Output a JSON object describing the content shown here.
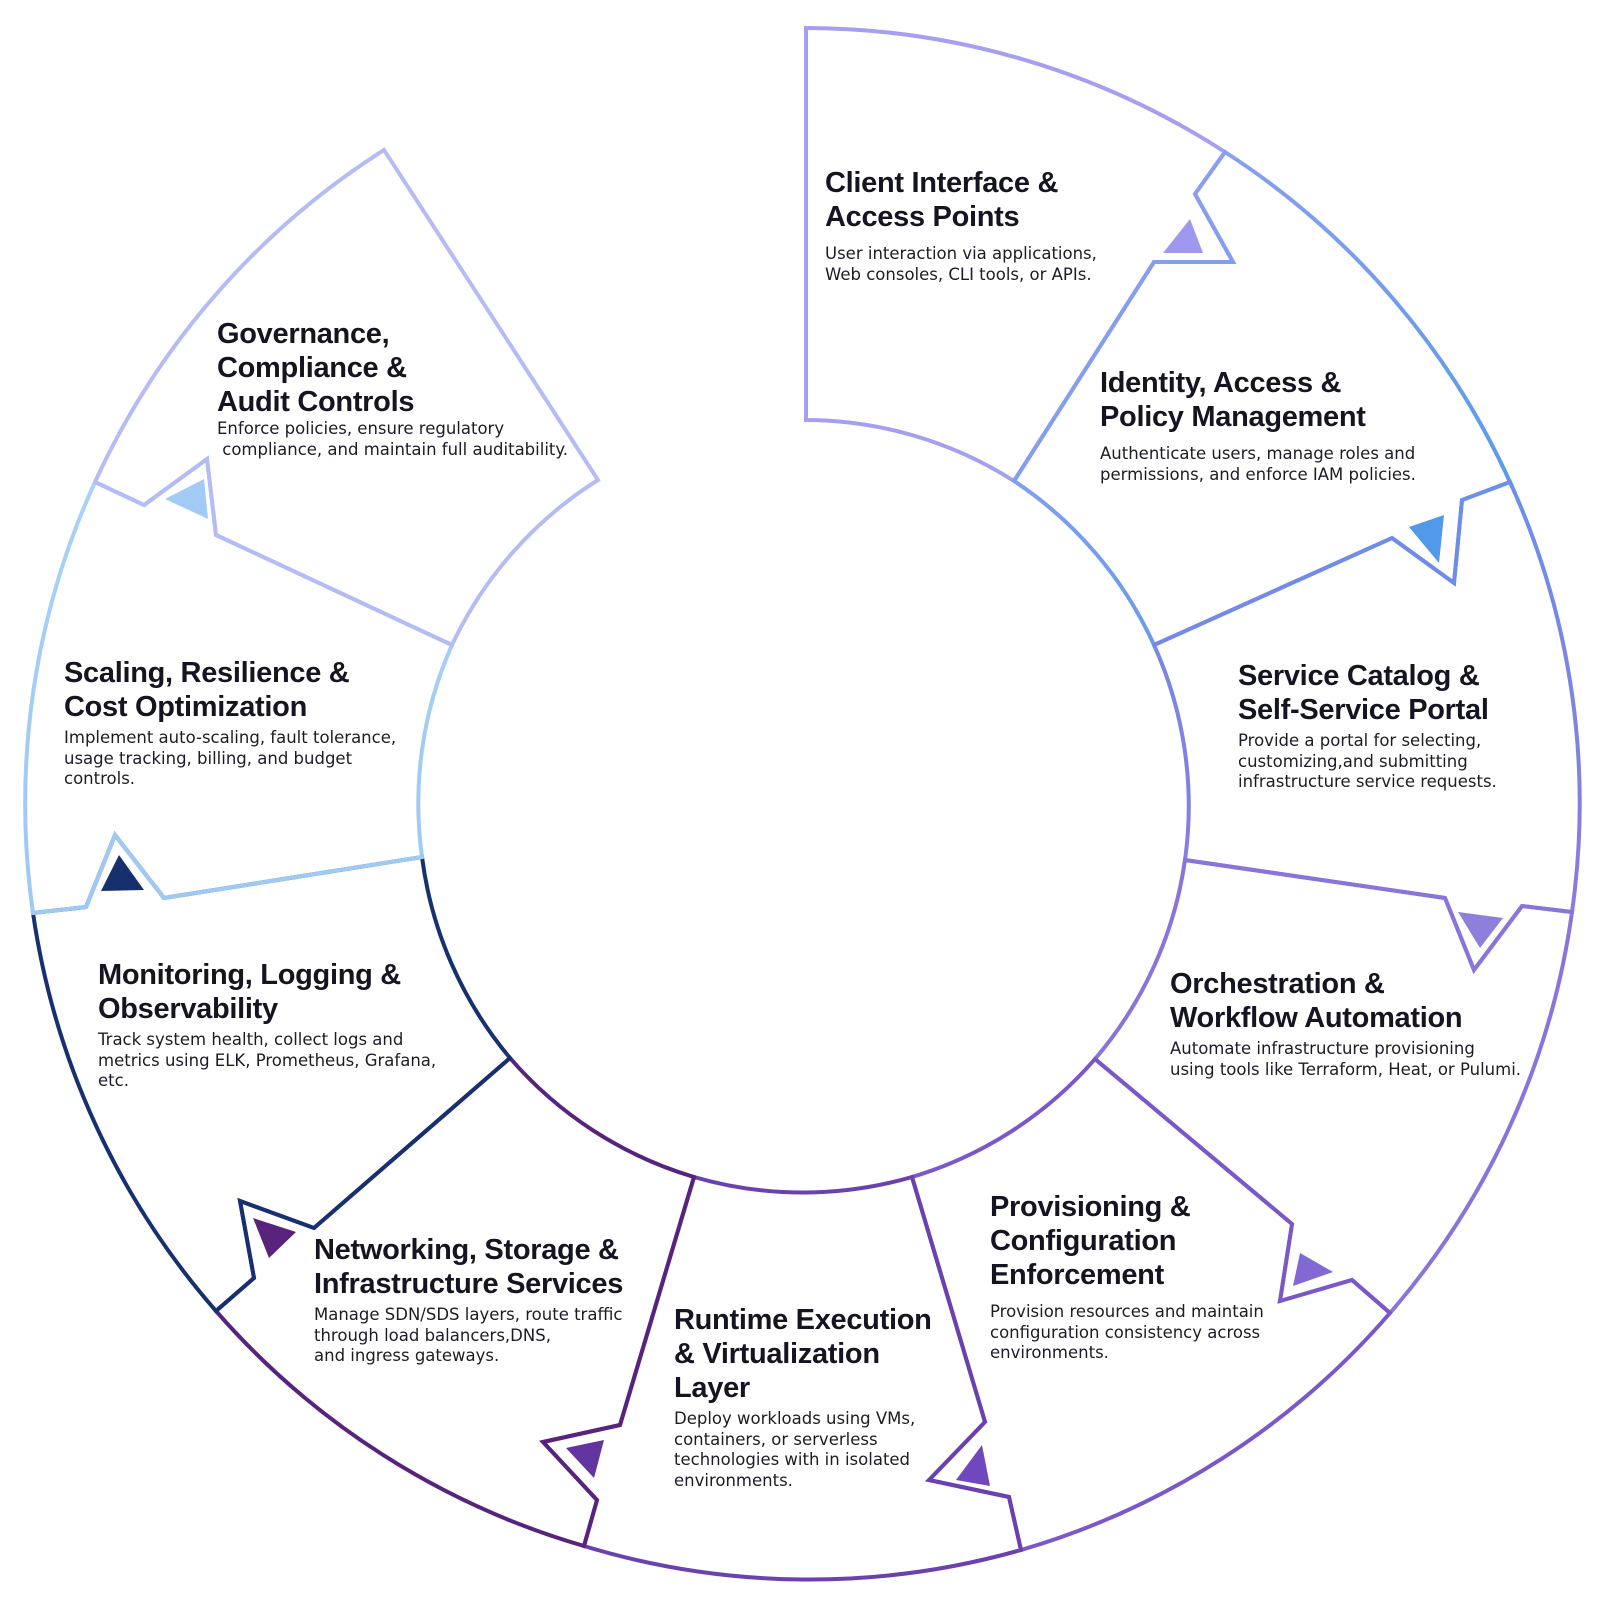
{
  "segments": [
    {
      "id": "client-interface",
      "title": [
        "Client Interface &",
        "Access Points"
      ],
      "description": [
        "User interaction via applications,",
        "Web consoles, CLI tools, or APIs."
      ],
      "color": "#a09af0"
    },
    {
      "id": "identity-access",
      "title": [
        "Identity, Access &",
        "Policy Management"
      ],
      "description": [
        "Authenticate users, manage roles and",
        "permissions, and enforce IAM policies."
      ],
      "color": "#5aa0ee"
    },
    {
      "id": "service-catalog",
      "title": [
        "Service Catalog &",
        "Self-Service Portal"
      ],
      "description": [
        "Provide a portal for selecting,",
        "customizing,and submitting",
        "infrastructure service requests."
      ],
      "color": "#8f80dd"
    },
    {
      "id": "orchestration",
      "title": [
        "Orchestration &",
        "Workflow Automation"
      ],
      "description": [
        "Automate infrastructure provisioning",
        "using tools like Terraform, Heat, or Pulumi."
      ],
      "color": "#8a72d8"
    },
    {
      "id": "provisioning",
      "title": [
        "Provisioning &",
        "Configuration",
        "Enforcement"
      ],
      "description": [
        "Provision resources and maintain",
        "configuration consistency across",
        "environments."
      ],
      "color": "#7b58c8"
    },
    {
      "id": "runtime",
      "title": [
        "Runtime Execution",
        "& Virtualization",
        "Layer"
      ],
      "description": [
        "Deploy workloads using VMs,",
        "containers, or serverless",
        "technologies with in isolated",
        "environments."
      ],
      "color": "#6a3fae"
    },
    {
      "id": "networking",
      "title": [
        "Networking, Storage &",
        "Infrastructure Services"
      ],
      "description": [
        "Manage SDN/SDS layers, route traffic",
        "through load balancers,DNS,",
        "and ingress gateways."
      ],
      "color": "#58247e"
    },
    {
      "id": "monitoring",
      "title": [
        "Monitoring, Logging &",
        "Observability"
      ],
      "description": [
        "Track system health, collect logs and",
        "metrics using ELK, Prometheus, Grafana,",
        "etc."
      ],
      "color": "#1a3170"
    },
    {
      "id": "scaling",
      "title": [
        "Scaling, Resilience &",
        "Cost Optimization"
      ],
      "description": [
        "Implement auto-scaling, fault tolerance,",
        "usage tracking, billing, and budget",
        "controls."
      ],
      "color": "#a3cdf6"
    },
    {
      "id": "governance",
      "title": [
        "Governance,",
        "Compliance &",
        "Audit Controls"
      ],
      "description": [
        "Enforce policies, ensure regulatory",
        " compliance, and maintain full auditability."
      ],
      "color": "#b6bcf3"
    }
  ]
}
